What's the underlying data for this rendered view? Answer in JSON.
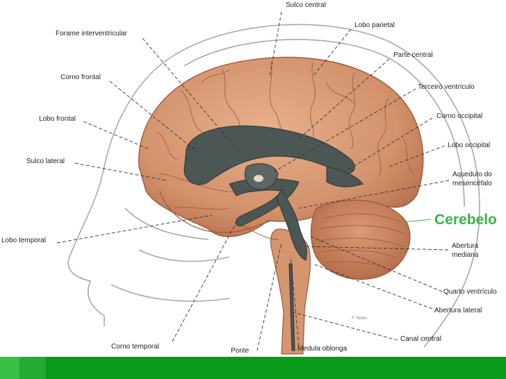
{
  "labels": {
    "sulco_central": "Sulco central",
    "lobo_parietal": "Lobo parietal",
    "forame_interventricular": "Forame interventricular",
    "parte_central": "Parte central",
    "corno_frontal": "Corno frontal",
    "terceiro_ventriculo": "Terceiro ventrículo",
    "lobo_frontal": "Lobo frontal",
    "corno_occipital": "Corno occipital",
    "lobo_occipital": "Lobo occipital",
    "sulco_lateral": "Sulco lateral",
    "aqueduto_line1": "Aqueduto do",
    "aqueduto_line2": "mesencéfalo",
    "cerebelo": "Cerebelo",
    "lobo_temporal": "Lobo temporal",
    "abertura_mediana_line1": "Abertura",
    "abertura_mediana_line2": "mediana",
    "quarto_ventriculo": "Quarto ventrículo",
    "abertura_lateral": "Abertura lateral",
    "canal_central": "Canal central",
    "corno_temporal": "Corno temporal",
    "ponte": "Ponte",
    "medula_oblonga": "Medula oblonga"
  },
  "signature": "F. Netter",
  "colors": {
    "brain": "#d99a74",
    "brain_dark": "#b5704c",
    "ventricle": "#4c5654",
    "cerebellum": "#cf8a66",
    "skin_outline": "#9a9a9a",
    "highlight": "#39b54a",
    "footer": "#0a9a1a"
  }
}
